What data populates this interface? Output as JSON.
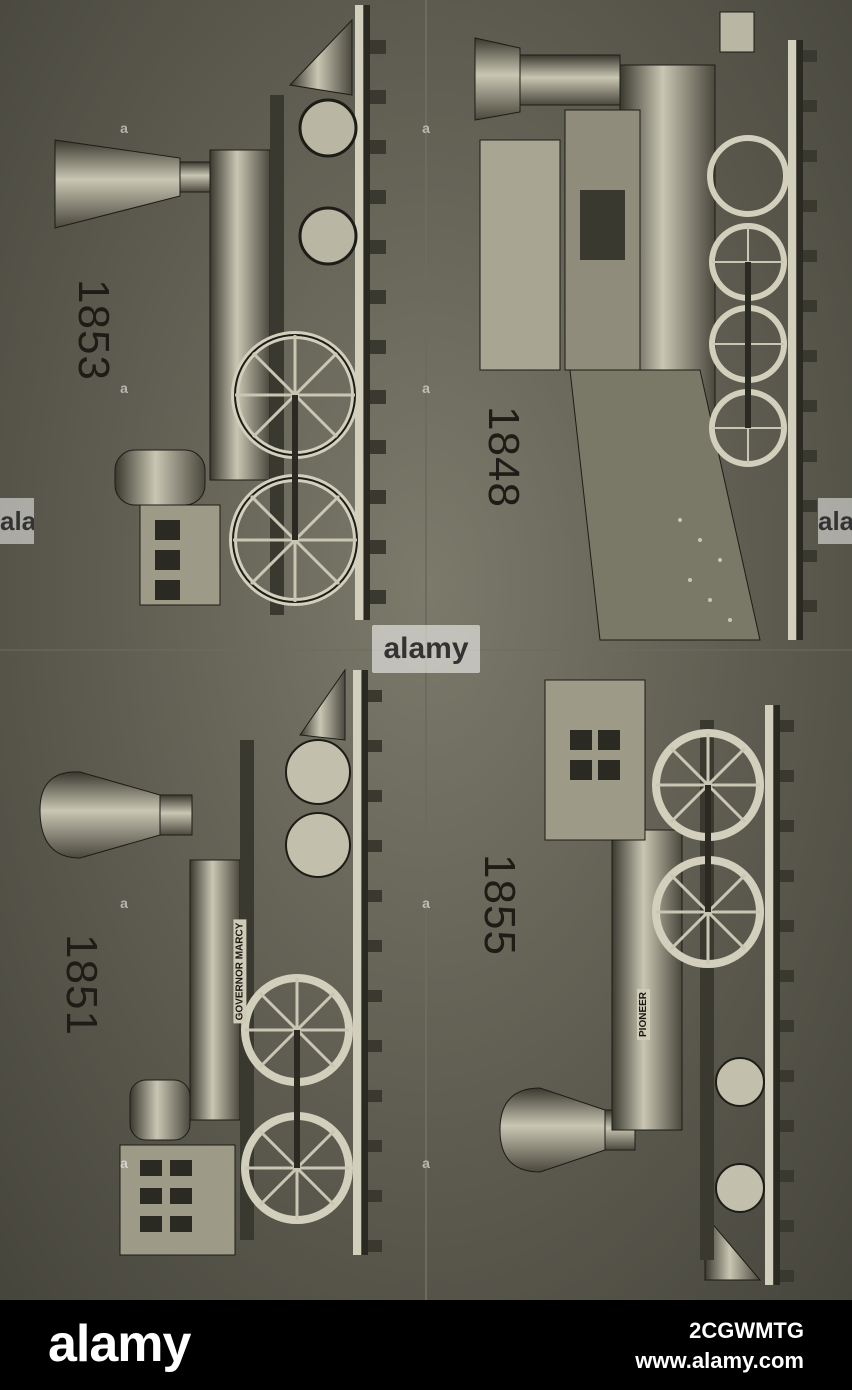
{
  "photo": {
    "description_colors": {
      "background": "#5e5c50",
      "metal": "#b9b6a4",
      "dark": "#1d1c17"
    },
    "years": [
      "1853",
      "1848",
      "1851",
      "1855"
    ],
    "plates": {
      "left_bottom": "GOVERNOR MARCY",
      "right_bottom": "PIONEER"
    }
  },
  "watermark": {
    "center": "alamy",
    "edge_left": "alamy",
    "edge_right": "alamy",
    "small_mark": "a"
  },
  "footer": {
    "logo": "alamy",
    "image_code": "2CGWMTG",
    "site": "www.alamy.com"
  }
}
